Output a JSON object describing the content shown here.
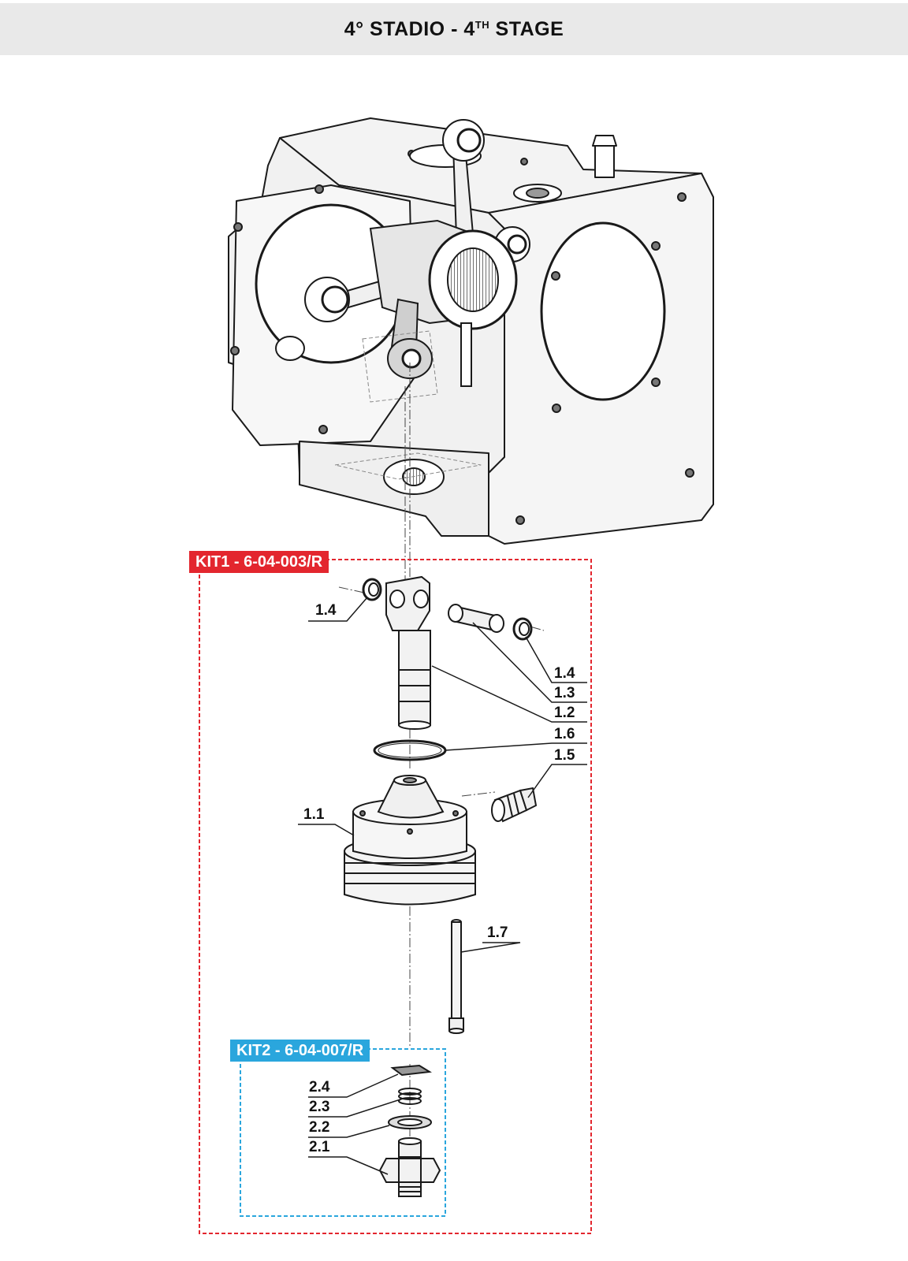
{
  "header": {
    "title_main": "4° STADIO - 4",
    "title_sup": "TH",
    "title_end": " STAGE"
  },
  "kits": {
    "kit1": {
      "label": "KIT1 - 6-04-003/R",
      "color": "#e3262e"
    },
    "kit2": {
      "label": "KIT2 - 6-04-007/R",
      "color": "#2aa6dd"
    }
  },
  "callouts": {
    "c14_left": "1.4",
    "c14_right": "1.4",
    "c13": "1.3",
    "c12": "1.2",
    "c16": "1.6",
    "c15": "1.5",
    "c11": "1.1",
    "c17": "1.7",
    "c24": "2.4",
    "c23": "2.3",
    "c22": "2.2",
    "c21": "2.1"
  }
}
